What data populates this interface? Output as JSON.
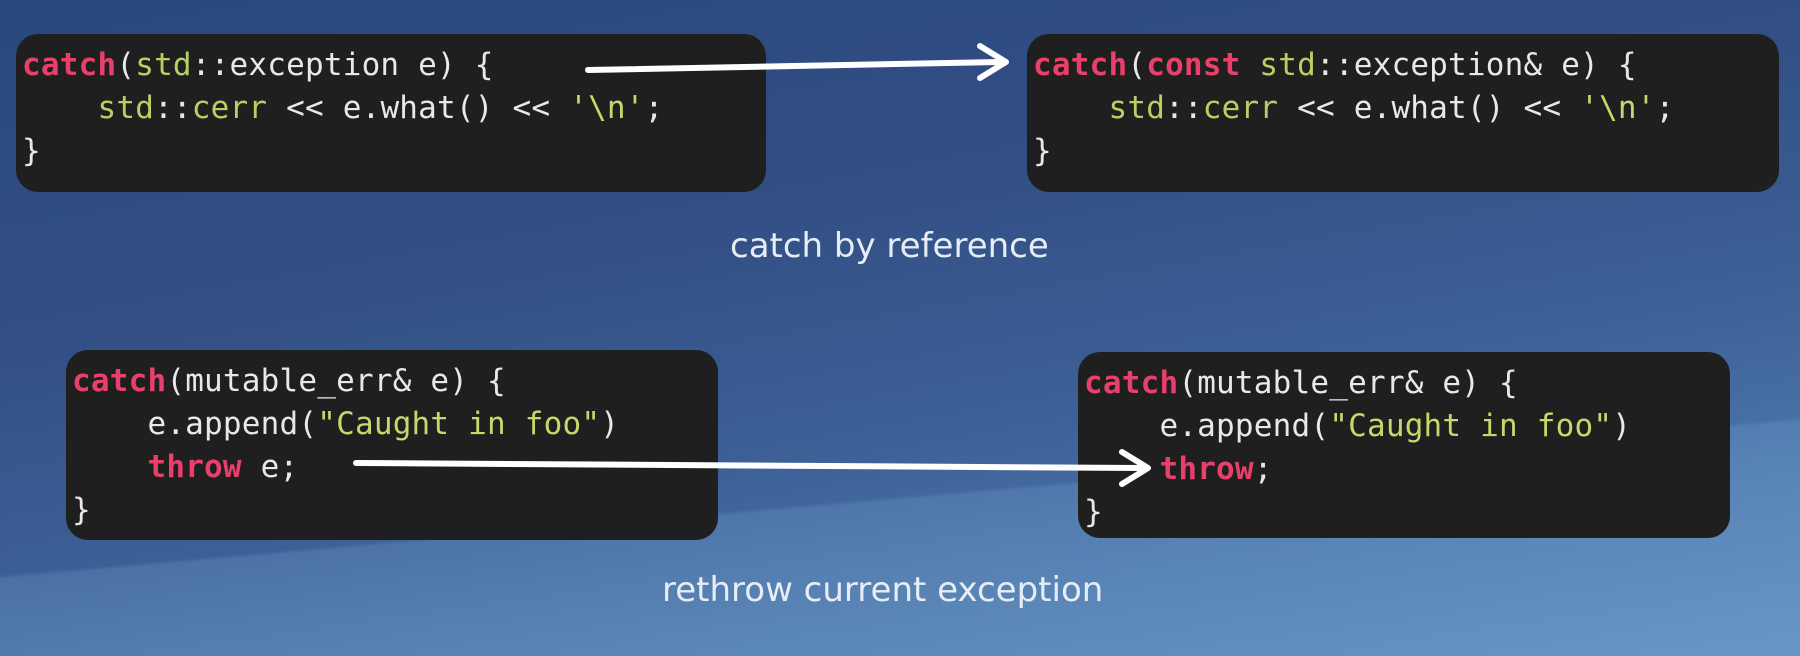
{
  "slide": {
    "top_left": {
      "lines": [
        [
          {
            "t": "catch",
            "c": "kw"
          },
          {
            "t": "(",
            "c": "pl"
          },
          {
            "t": "std",
            "c": "ty"
          },
          {
            "t": "::exception e) {",
            "c": "pl"
          }
        ],
        [
          {
            "t": "    ",
            "c": "pl"
          },
          {
            "t": "std",
            "c": "ty"
          },
          {
            "t": "::",
            "c": "pl"
          },
          {
            "t": "cerr",
            "c": "ty"
          },
          {
            "t": " << e.what() << ",
            "c": "pl"
          },
          {
            "t": "'\\n'",
            "c": "str"
          },
          {
            "t": ";",
            "c": "pl"
          }
        ],
        [
          {
            "t": "}",
            "c": "pl"
          }
        ]
      ]
    },
    "top_right": {
      "lines": [
        [
          {
            "t": "catch",
            "c": "kw"
          },
          {
            "t": "(",
            "c": "pl"
          },
          {
            "t": "const",
            "c": "kw"
          },
          {
            "t": " ",
            "c": "pl"
          },
          {
            "t": "std",
            "c": "ty"
          },
          {
            "t": "::exception& e) {",
            "c": "pl"
          }
        ],
        [
          {
            "t": "    ",
            "c": "pl"
          },
          {
            "t": "std",
            "c": "ty"
          },
          {
            "t": "::",
            "c": "pl"
          },
          {
            "t": "cerr",
            "c": "ty"
          },
          {
            "t": " << e.what() << ",
            "c": "pl"
          },
          {
            "t": "'\\n'",
            "c": "str"
          },
          {
            "t": ";",
            "c": "pl"
          }
        ],
        [
          {
            "t": "}",
            "c": "pl"
          }
        ]
      ]
    },
    "bottom_left": {
      "lines": [
        [
          {
            "t": "catch",
            "c": "kw"
          },
          {
            "t": "(mutable_err& e) {",
            "c": "pl"
          }
        ],
        [
          {
            "t": "    e.append(",
            "c": "pl"
          },
          {
            "t": "\"Caught in foo\"",
            "c": "str"
          },
          {
            "t": ")",
            "c": "pl"
          }
        ],
        [
          {
            "t": "    ",
            "c": "pl"
          },
          {
            "t": "throw",
            "c": "kw"
          },
          {
            "t": " e;",
            "c": "pl"
          }
        ],
        [
          {
            "t": "}",
            "c": "pl"
          }
        ]
      ]
    },
    "bottom_right": {
      "lines": [
        [
          {
            "t": "catch",
            "c": "kw"
          },
          {
            "t": "(mutable_err& e) {",
            "c": "pl"
          }
        ],
        [
          {
            "t": "    e.append(",
            "c": "pl"
          },
          {
            "t": "\"Caught in foo\"",
            "c": "str"
          },
          {
            "t": ")",
            "c": "pl"
          }
        ],
        [
          {
            "t": "    ",
            "c": "pl"
          },
          {
            "t": "throw",
            "c": "kw"
          },
          {
            "t": ";",
            "c": "pl"
          }
        ],
        [
          {
            "t": "}",
            "c": "pl"
          }
        ]
      ]
    },
    "caption_top": "catch by reference",
    "caption_bottom": "rethrow current exception"
  }
}
